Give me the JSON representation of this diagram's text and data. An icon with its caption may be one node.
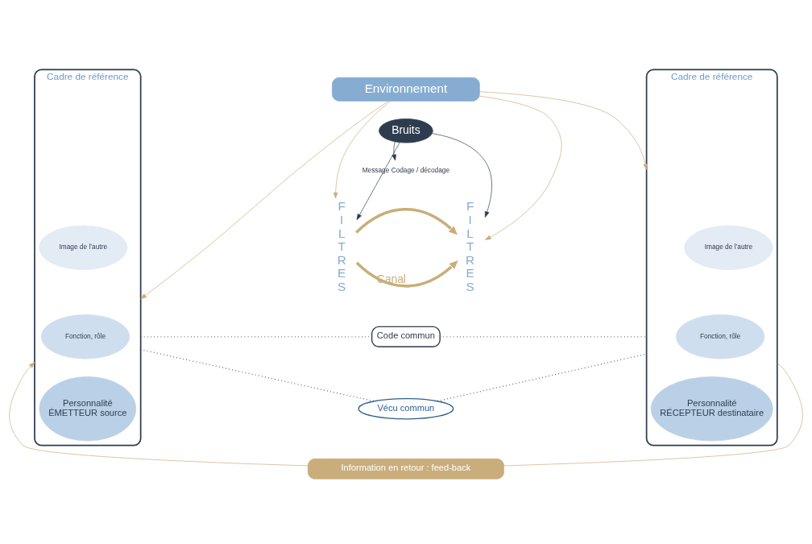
{
  "diagram": {
    "nodes": [
      {
        "text": [
          "Environnement"
        ]
      },
      {
        "text": [
          "Cadre de référence"
        ]
      },
      {
        "text": [
          "Image de l’autre"
        ],
        "in": 1
      },
      {
        "text": [
          "Fonction, rôle"
        ],
        "in": 1
      },
      {
        "text": [
          "Personnalité",
          "ÉMETTEUR source"
        ],
        "in": 1
      },
      {
        "text": [
          "Cadre de référence"
        ]
      },
      {
        "text": [
          "Image de l’autre"
        ],
        "in": 5
      },
      {
        "text": [
          "Fonction, rôle"
        ],
        "in": 5
      },
      {
        "text": [
          "Personnalité",
          "RÉCEPTEUR destinataire"
        ],
        "in": 5
      },
      {
        "text": [
          "Bruits"
        ]
      },
      {
        "text": [
          "Message Codage / décodage"
        ]
      },
      {
        "text": [
          "FILTRES"
        ]
      },
      {
        "text": [
          "FILTRES"
        ]
      },
      {
        "text": [
          "Code commun"
        ]
      },
      {
        "text": [
          "Vécu commun"
        ]
      },
      {
        "text": [
          "Information en retour : feed-back"
        ]
      }
    ],
    "edges": [
      {
        "from": 0,
        "to": 1,
        "arrow": "to",
        "color": "#c9ad7a"
      },
      {
        "from": 0,
        "to": 11,
        "arrow": "to",
        "color": "#c9ad7a"
      },
      {
        "from": 0,
        "to": 12,
        "arrow": "to",
        "color": "#c9ad7a"
      },
      {
        "from": 0,
        "to": 5,
        "arrow": "to",
        "color": "#c9ad7a"
      },
      {
        "from": 9,
        "to": 11,
        "arrow": "to",
        "color": "#2e3c4f"
      },
      {
        "from": 9,
        "to": 10,
        "arrow": "to",
        "color": "#2e3c4f"
      },
      {
        "from": 9,
        "to": 12,
        "arrow": "to",
        "color": "#2e3c4f"
      },
      {
        "from": 11,
        "to": 12,
        "arrow": "to",
        "style": "thick",
        "color": "#c9ad7a"
      },
      {
        "from": 11,
        "to": 12,
        "label": "Canal",
        "arrow": "to",
        "style": "thick",
        "color": "#c9ad7a"
      },
      {
        "from": 1,
        "to": 13,
        "arrow": "none",
        "style": "dashed",
        "color": "#2e3c4f"
      },
      {
        "from": 13,
        "to": 5,
        "arrow": "none",
        "style": "dashed",
        "color": "#2e3c4f"
      },
      {
        "from": 1,
        "to": 14,
        "arrow": "none",
        "style": "dashed",
        "color": "#2e3c4f"
      },
      {
        "from": 14,
        "to": 5,
        "arrow": "none",
        "style": "dashed",
        "color": "#2e3c4f"
      },
      {
        "from": 5,
        "to": 15,
        "arrow": "none",
        "color": "#c9ad7a"
      },
      {
        "from": 15,
        "to": 1,
        "arrow": "to",
        "color": "#c9ad7a"
      }
    ]
  }
}
